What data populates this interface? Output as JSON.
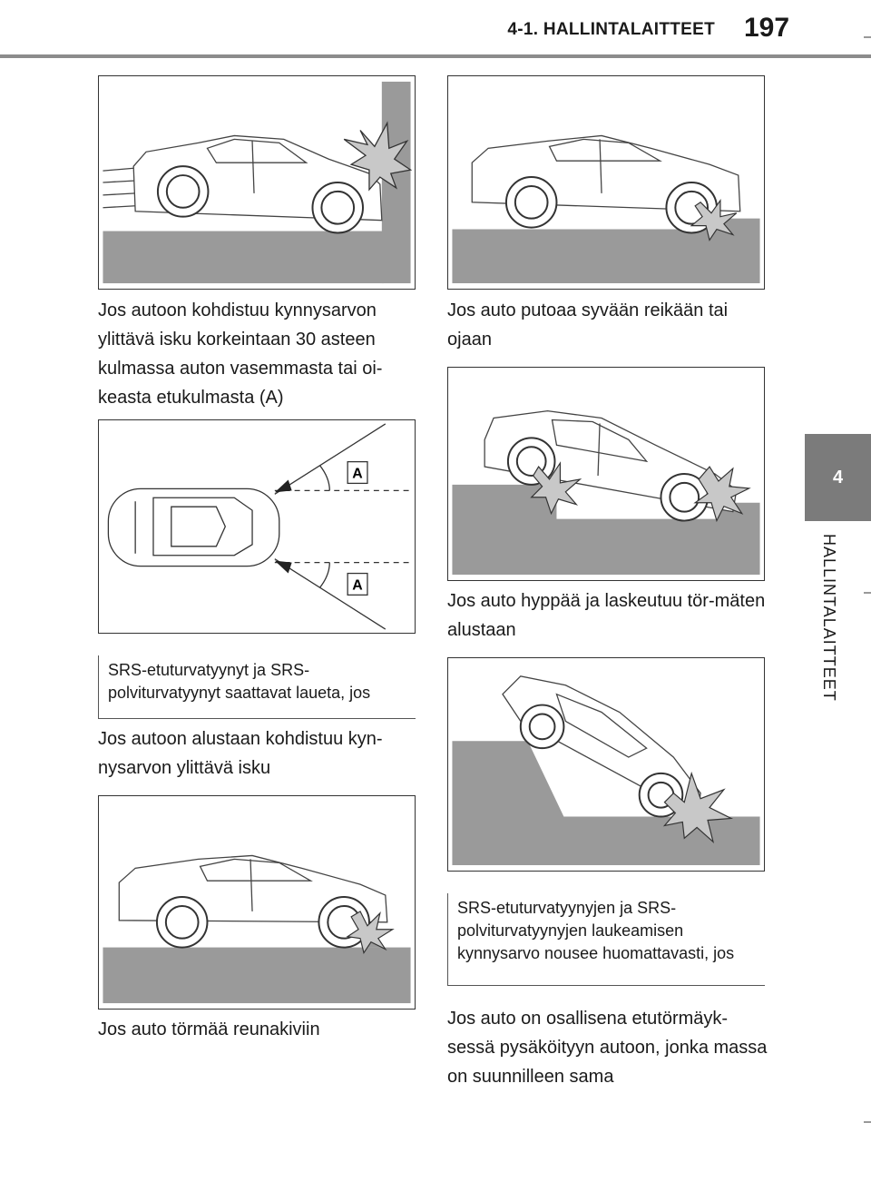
{
  "header": {
    "section": "4-1. HALLINTALAITTEET",
    "page_number": "197"
  },
  "side_tab": {
    "chapter_number": "4",
    "chapter_label": "HALLINTALAITTEET"
  },
  "left_column": {
    "caption_frontal_angle": "Jos autoon kohdistuu kynnysarvon ylittävä isku korkeintaan 30 asteen kulmassa auton vasemmasta tai oi-keasta etukulmasta (A)",
    "diagram_label_top": "A",
    "diagram_label_bottom": "A",
    "subhead": "SRS-etuturvatyynyt ja SRS-polviturvatyynyt saattavat laueta, jos",
    "caption_underbody": "Jos autoon alustaan kohdistuu kyn-nysarvon ylittävä isku",
    "caption_curb": "Jos auto törmää reunakiviin"
  },
  "right_column": {
    "caption_hole": "Jos auto putoaa syvään reikään tai ojaan",
    "caption_jump": "Jos auto hyppää ja laskeutuu tör-mäten alustaan",
    "subhead": "SRS-etuturvatyynyjen ja SRS-polviturvatyynyjen laukeamisen kynnysarvo nousee huomattavasti, jos",
    "caption_parked": "Jos auto on osallisena etutörmäyk-sessä pysäköityyn autoon, jonka massa on suunnilleen sama"
  },
  "colors": {
    "ground_gray": "#9a9a9a",
    "tab_gray": "#7b7b7b",
    "burst_gray": "#c8c8c8"
  }
}
